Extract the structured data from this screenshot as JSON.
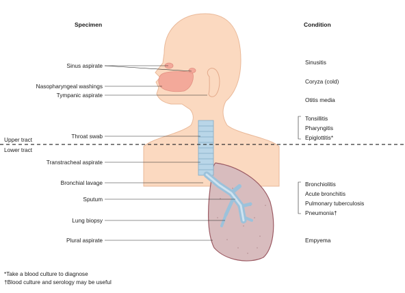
{
  "headers": {
    "specimen": "Specimen",
    "condition": "Condition"
  },
  "regions": {
    "upper": "Upper tract",
    "lower": "Lower tract"
  },
  "specimens": [
    "Sinus aspirate",
    "Nasopharyngeal washings",
    "Tympanic aspirate",
    "Throat swab",
    "Transtracheal aspirate",
    "Bronchial lavage",
    "Sputum",
    "Lung biopsy",
    "Plural aspirate"
  ],
  "conditions": {
    "sinusitis": "Sinusitis",
    "coryza": "Coryza (cold)",
    "otitis": "Otitis media",
    "throat_group": [
      "Tonsillitis",
      "Pharyngitis",
      "Epiglottitis*"
    ],
    "lower_group": [
      "Bronchiolitis",
      "Acute bronchitis",
      "Pulmonary tuberculosis",
      "Pneumonia†"
    ],
    "empyema": "Empyema"
  },
  "footnotes": [
    "*Take a blood culture to diagnose",
    "†Blood culture and serology may be useful"
  ],
  "colors": {
    "skin": "#fbd9c0",
    "skin_outline": "#e9b898",
    "nasal": "#f3a99a",
    "airway": "#b9d6e8",
    "lung": "#d8bcbe",
    "lung_outline": "#9b5a63"
  }
}
